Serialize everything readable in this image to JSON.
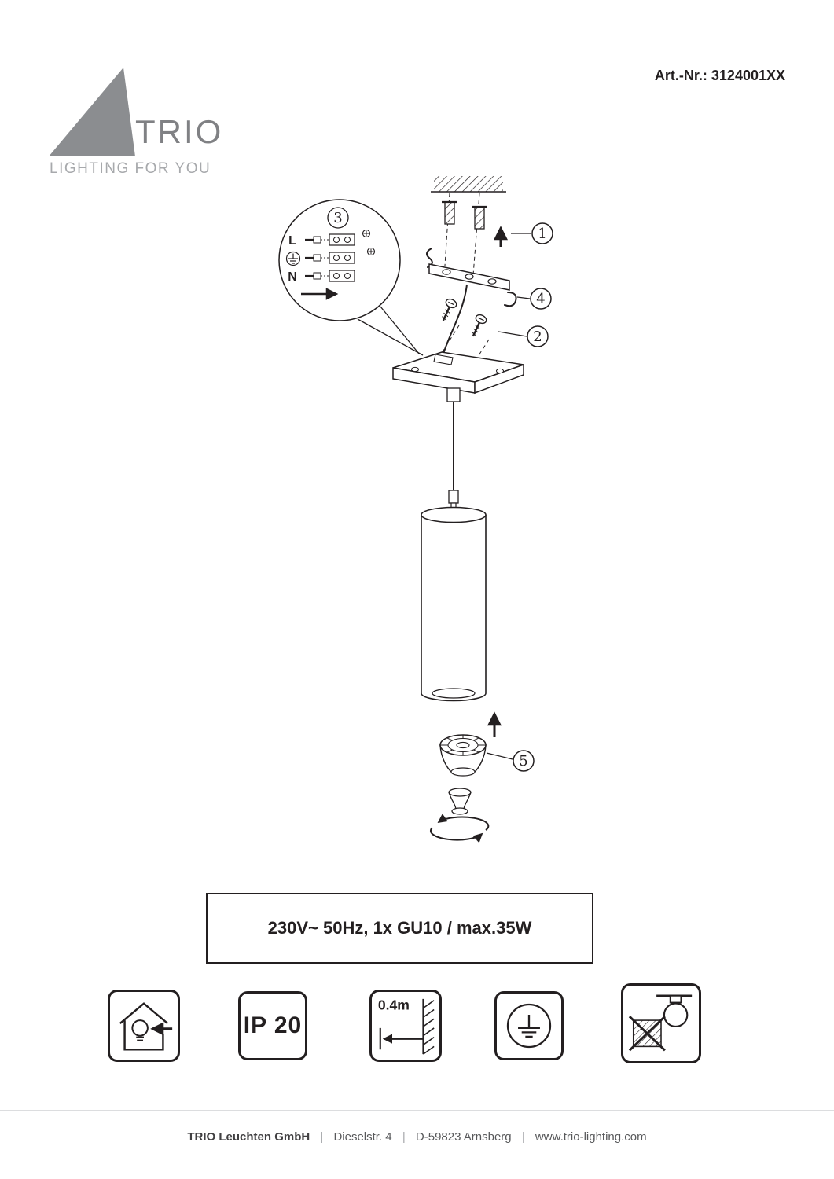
{
  "header": {
    "art_nr": "Art.-Nr.: 3124001XX",
    "logo": {
      "brand": "TRIO",
      "tagline": "LIGHTING FOR YOU"
    }
  },
  "diagram": {
    "callouts": {
      "c1": "1",
      "c2": "2",
      "c3": "3",
      "c4": "4",
      "c5": "5"
    },
    "wiring": {
      "live": "L",
      "neutral": "N"
    }
  },
  "spec": {
    "text": "230V~ 50Hz, 1x GU10 / max.35W"
  },
  "icons": {
    "ip_rating": "IP 20",
    "min_distance": "0.4m"
  },
  "footer": {
    "company": "TRIO Leuchten GmbH",
    "separator": "|",
    "street": "Dieselstr. 4",
    "city": "D-59823 Arnsberg",
    "website": "www.trio-lighting.com"
  }
}
